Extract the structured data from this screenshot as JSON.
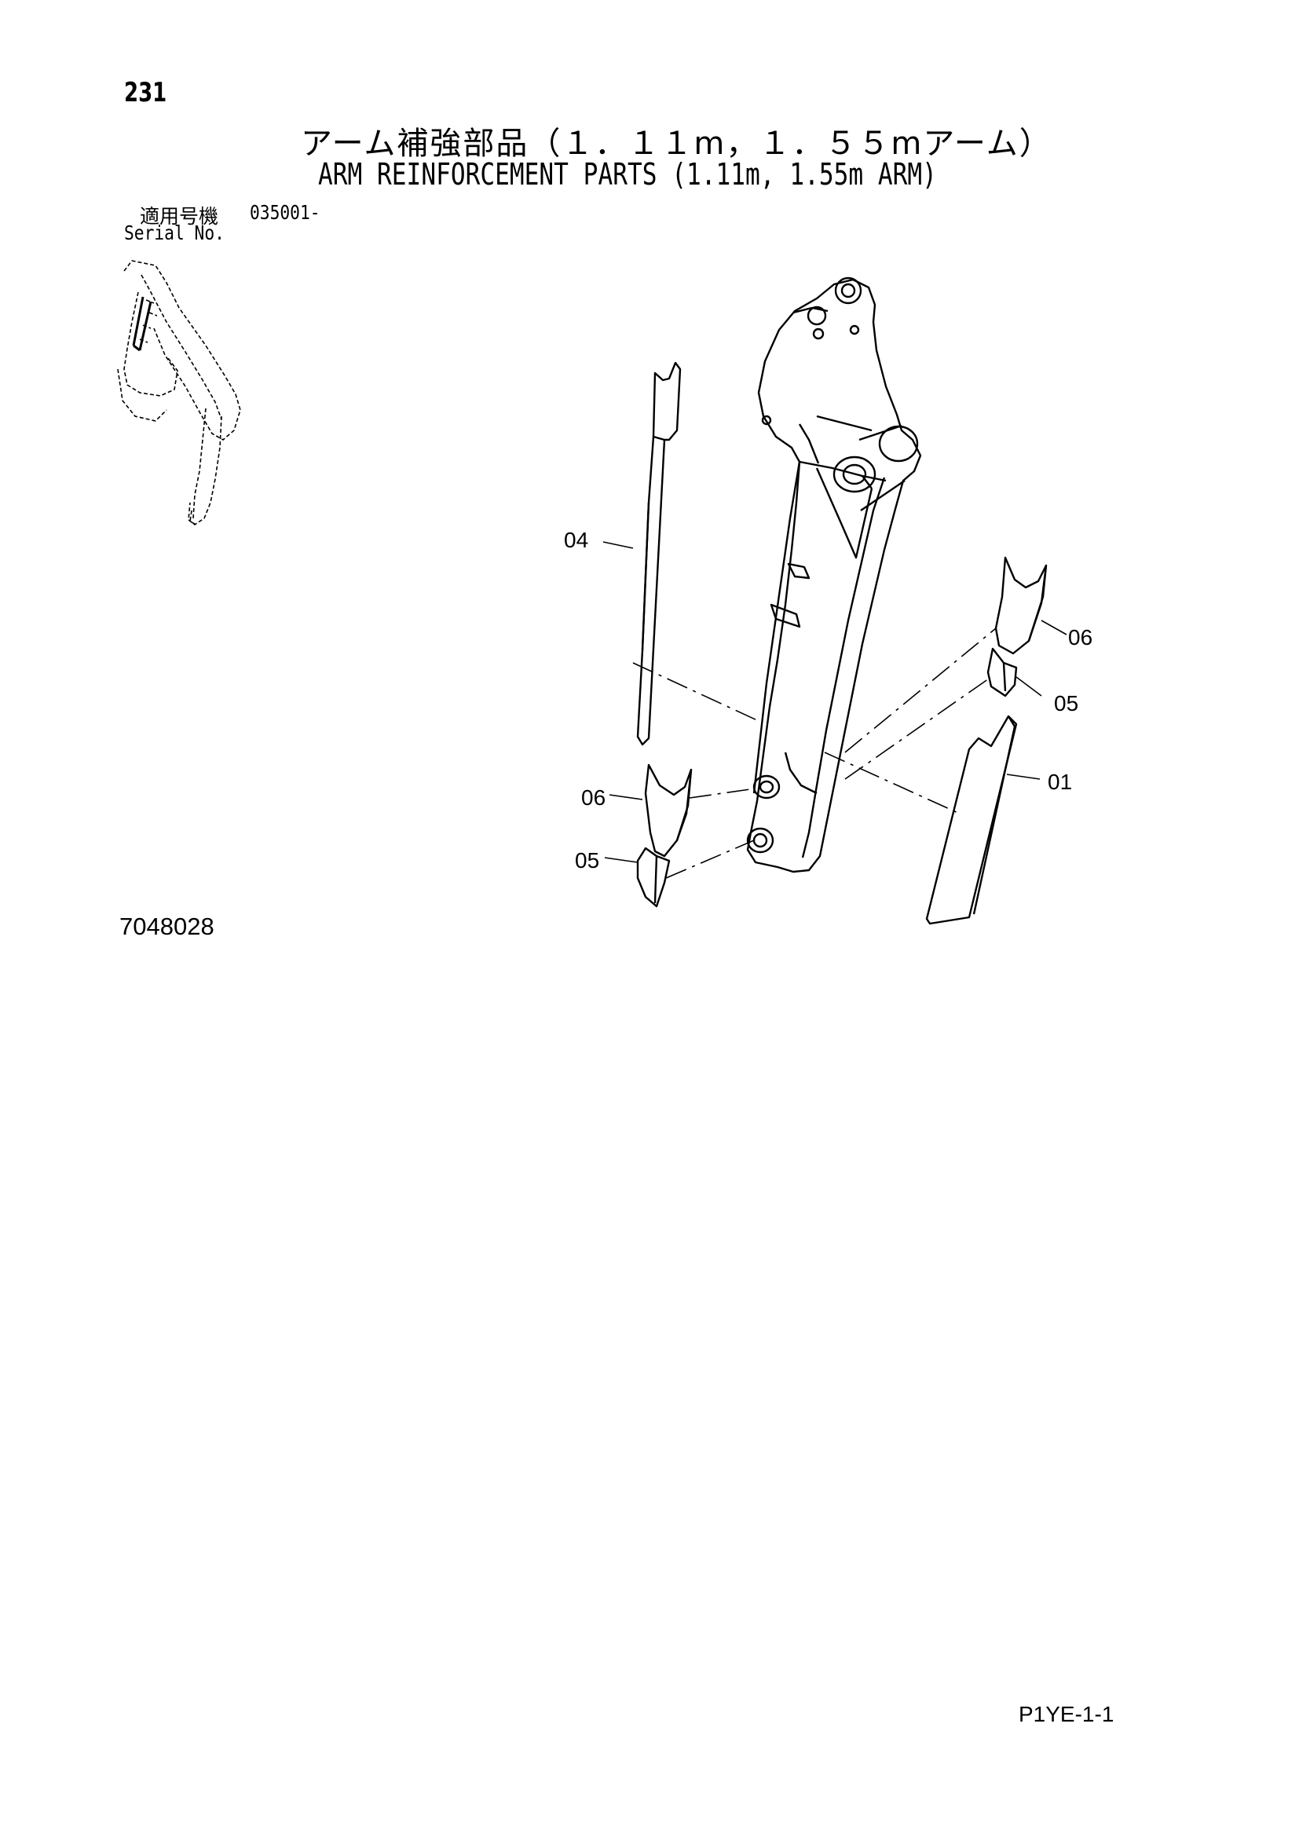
{
  "page": {
    "number": "231",
    "title_jp": "アーム補強部品（１．１１m，１．５５mアーム）",
    "title_en": "ARM REINFORCEMENT PARTS (1.11m, 1.55m ARM)"
  },
  "serial": {
    "label_jp": "適用号機",
    "value": "035001-",
    "label_en": "Serial No."
  },
  "callouts": {
    "p04": "04",
    "p06_right": "06",
    "p05_right": "05",
    "p01": "01",
    "p06_left": "06",
    "p05_left": "05"
  },
  "figure_number": "7048028",
  "footer_code": "P1YE-1-1"
}
